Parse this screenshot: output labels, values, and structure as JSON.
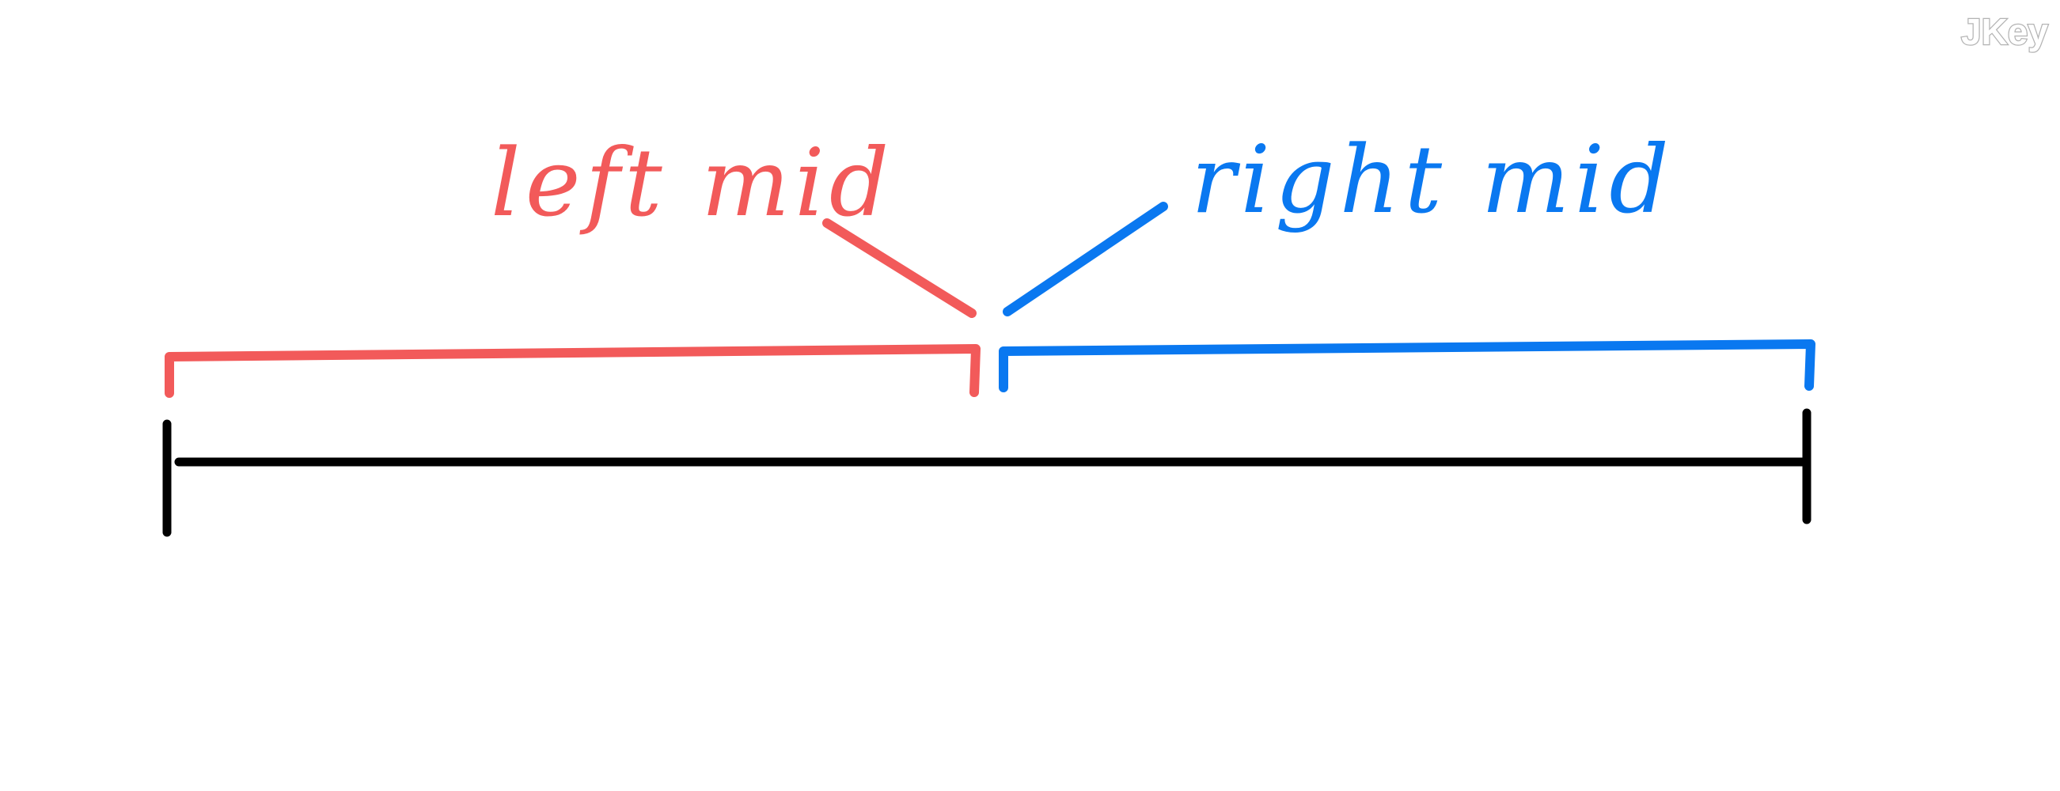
{
  "labels": {
    "left": "left mid",
    "right": "right mid"
  },
  "watermark": "JKey",
  "colors": {
    "left": "#f25a5a",
    "right": "#0a78f0",
    "segment": "#000000",
    "watermark_outline": "#b3b3b3"
  }
}
